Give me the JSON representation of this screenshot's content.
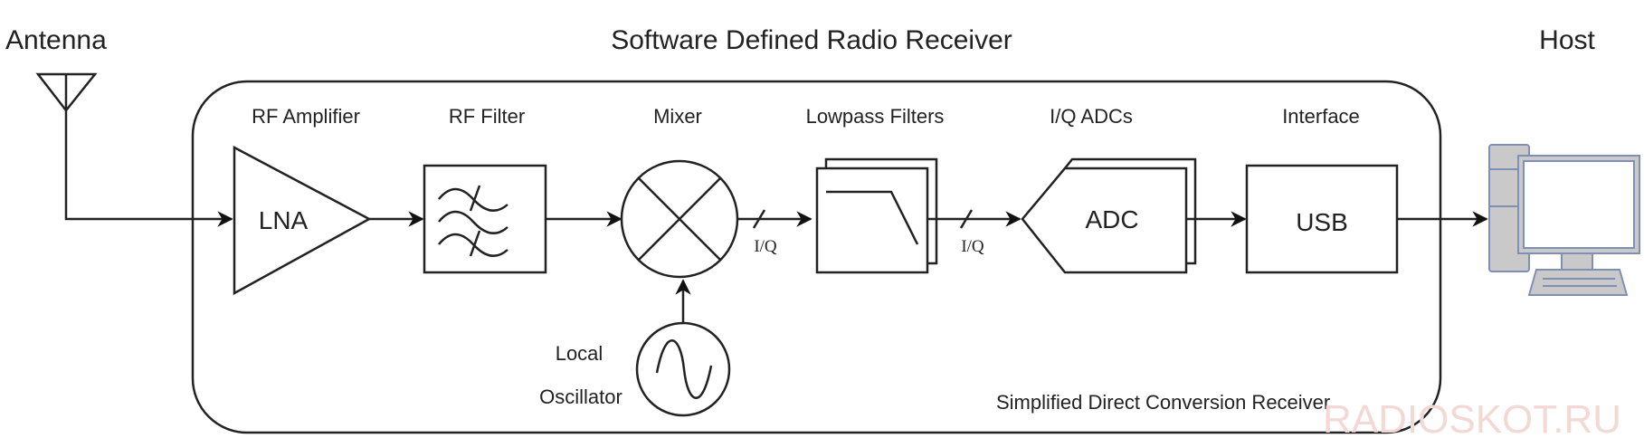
{
  "labels": {
    "antenna": "Antenna",
    "title": "Software Defined Radio Receiver",
    "host": "Host",
    "rf_amplifier": "RF Amplifier",
    "rf_filter": "RF Filter",
    "mixer": "Mixer",
    "lowpass_filters": "Lowpass Filters",
    "iq_adcs": "I/Q ADCs",
    "interface": "Interface",
    "lna": "LNA",
    "adc": "ADC",
    "usb": "USB",
    "iq_1": "I/Q",
    "iq_2": "I/Q",
    "local": "Local",
    "oscillator": "Oscillator",
    "caption": "Simplified Direct Conversion Receiver"
  },
  "watermark": "RADIOSKOT.RU",
  "colors": {
    "line": "#222222",
    "computer": "#7f8fb5",
    "computer_fill": "#c9c9c9",
    "watermark": "#f3d9d6"
  }
}
